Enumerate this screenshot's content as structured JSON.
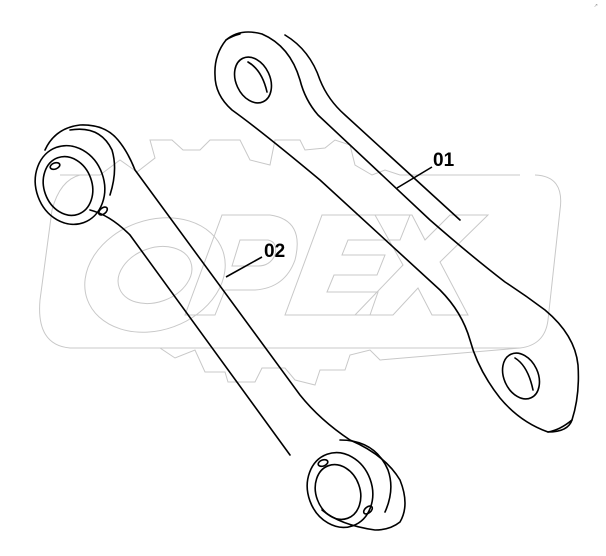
{
  "diagram": {
    "type": "exploded parts illustration",
    "watermark": {
      "text": "OPEX",
      "color": "#c8c8c8"
    },
    "parts": [
      {
        "callout": "01",
        "description": "link rod with plain bores"
      },
      {
        "callout": "02",
        "description": "link rod with bushings at both ends"
      }
    ],
    "corner_mark": "↗"
  }
}
